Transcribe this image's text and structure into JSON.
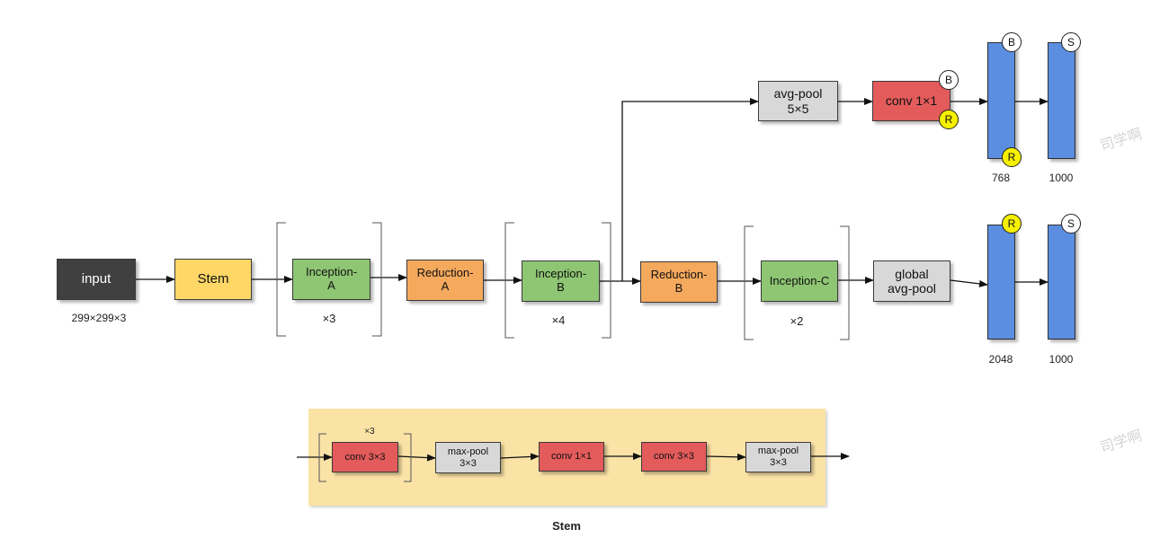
{
  "main": {
    "input": "input",
    "input_dim": "299×299×3",
    "stem": "Stem",
    "inception_a": "Inception-\nA",
    "mult_a": "×3",
    "reduction_a": "Reduction-\nA",
    "inception_b": "Inception-\nB",
    "mult_b": "×4",
    "reduction_b": "Reduction-\nB",
    "inception_c": "Inception-C",
    "mult_c": "×2",
    "global_pool": "global\navg-pool",
    "fc_main_1": "2048",
    "fc_main_2": "1000"
  },
  "aux": {
    "avg_pool": "avg-pool\n5×5",
    "conv": "conv 1×1",
    "fc_1": "768",
    "fc_2": "1000"
  },
  "markers": {
    "b": "B",
    "r": "R",
    "s": "S"
  },
  "stem_detail": {
    "title": "Stem",
    "mult": "×3",
    "conv1": "conv 3×3",
    "maxpool1": "max-pool\n3×3",
    "conv2": "conv 1×1",
    "conv3": "conv 3×3",
    "maxpool2": "max-pool\n3×3"
  },
  "watermark": "司学啊",
  "colors": {
    "input": "#404040",
    "stem": "#fed766",
    "inception": "#8ec673",
    "reduction": "#f5a95d",
    "pool": "#d8d8d8",
    "conv": "#e35b5b",
    "fc": "#5b8ee0",
    "marker_r": "#f7f000",
    "stem_bg": "#fbe3a6"
  }
}
